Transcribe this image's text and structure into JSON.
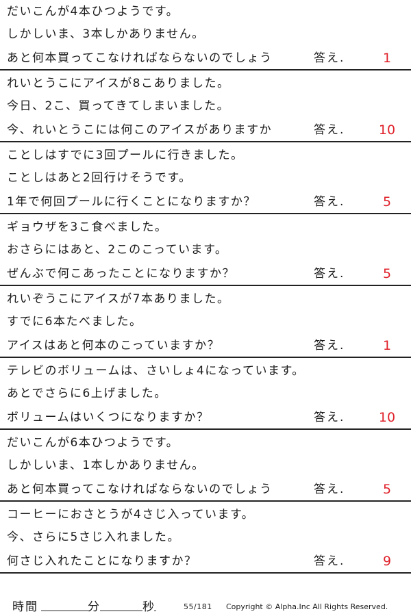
{
  "problems": [
    {
      "line1": "だいこんが4本ひつようです。",
      "line2": "しかしいま、3本しかありません。",
      "line3": "あと何本買ってこなければならないのでしょう",
      "label": "答え.",
      "answer": "1"
    },
    {
      "line1": "れいとうこにアイスが8こありました。",
      "line2": "今日、2こ、買ってきてしまいました。",
      "line3": "今、れいとうこには何このアイスがありますか",
      "label": "答え.",
      "answer": "10"
    },
    {
      "line1": "ことしはすでに3回プールに行きました。",
      "line2": "ことしはあと2回行けそうです。",
      "line3": "1年で何回プールに行くことになりますか？",
      "label": "答え.",
      "answer": "5"
    },
    {
      "line1": "ギョウザを3こ食べました。",
      "line2": "おさらにはあと、2このこっています。",
      "line3": "ぜんぶで何こあったことになりますか？",
      "label": "答え.",
      "answer": "5"
    },
    {
      "line1": "れいぞうこにアイスが7本ありました。",
      "line2": "すでに6本たべました。",
      "line3": "アイスはあと何本のこっていますか？",
      "label": "答え.",
      "answer": "1"
    },
    {
      "line1": "テレビのボリュームは、さいしょ4になっています。",
      "line2": "あとでさらに6上げました。",
      "line3": "ボリュームはいくつになりますか？",
      "label": "答え.",
      "answer": "10"
    },
    {
      "line1": "だいこんが6本ひつようです。",
      "line2": "しかしいま、1本しかありません。",
      "line3": "あと何本買ってこなければならないのでしょう",
      "label": "答え.",
      "answer": "5"
    },
    {
      "line1": "コーヒーにおさとうが4さじ入っています。",
      "line2": "今、さらに5さじ入れました。",
      "line3": "何さじ入れたことになりますか？",
      "label": "答え.",
      "answer": "9"
    }
  ],
  "footer": {
    "time_label": "時間",
    "minutes_label": "分",
    "seconds_label": "秒",
    "page": "55/181",
    "copyright": "Copyright ©  Alpha.Inc All Rights Reserved."
  },
  "colors": {
    "answer": "#e0202a",
    "text": "#1a1a1a",
    "rule": "#222222"
  }
}
